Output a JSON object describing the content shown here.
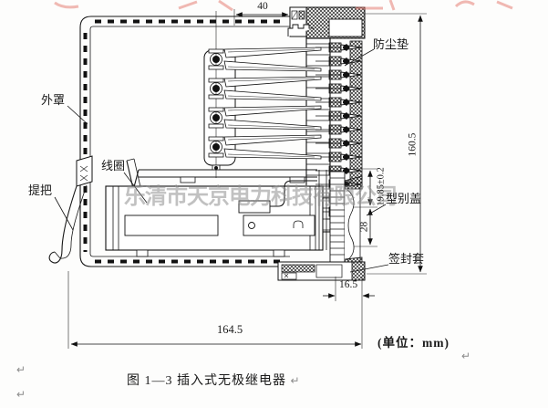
{
  "figure": {
    "caption": "图 1—3 插入式无极继电器",
    "unit_note": "(单位：mm)",
    "pilcrow": "↵"
  },
  "part_labels": {
    "outer_cover": "外罩",
    "handle": "提把",
    "coil": "线圈",
    "dust_pad": "防尘垫",
    "type_cover": "型别盖",
    "seal_sleeve": "签封套"
  },
  "dimensions": {
    "top_width": "40",
    "overall_height": "160.5",
    "contact_offset": "19.85±0.2",
    "cavity_depth": "28",
    "base_width": "16.5",
    "overall_width": "164.5"
  },
  "watermark": {
    "company_text": "乐清市天京电力科技有限公司",
    "company_color": "#8f8f8f",
    "top_fragment_color": "#e4756a"
  }
}
